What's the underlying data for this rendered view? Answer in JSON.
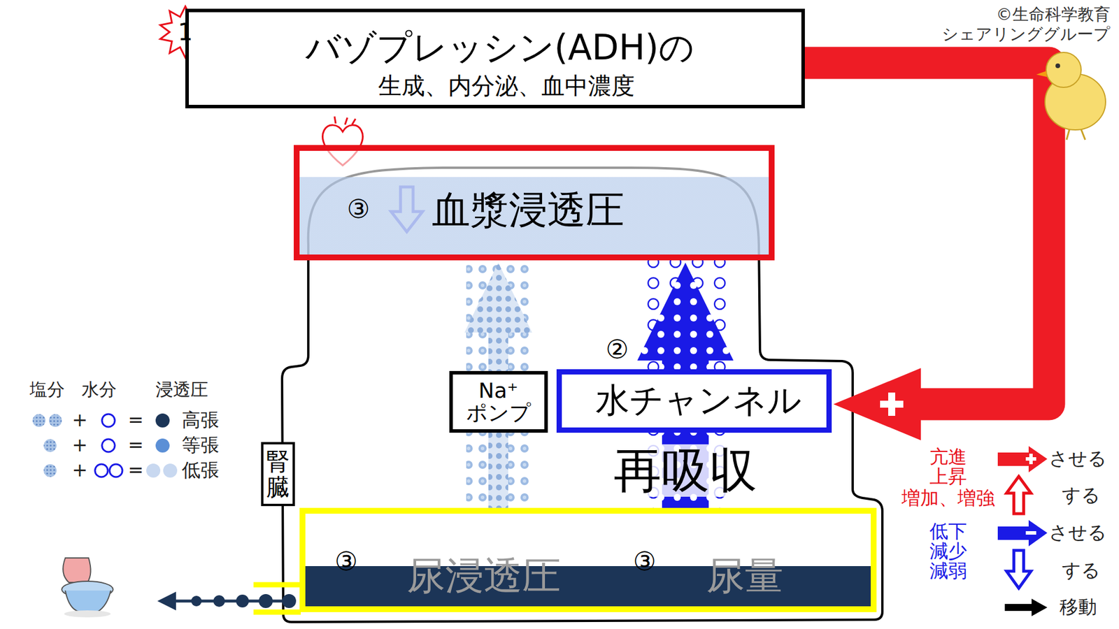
{
  "diagram": {
    "nodes": [
      {
        "text": [
          "バゾプレッシン(ADH)の",
          "生成、内分泌、血中濃度"
        ]
      },
      {
        "text": [
          "血漿浸透圧"
        ]
      },
      {
        "text": [
          "腎臓"
        ]
      },
      {
        "text": [
          "Na⁺ ポンプ"
        ]
      },
      {
        "text": [
          "水チャンネル"
        ]
      },
      {
        "text": [
          "尿浸透圧",
          "尿量"
        ]
      }
    ],
    "edges": [
      {
        "from": 0,
        "to": 4,
        "arrow": "to"
      },
      {
        "from": 5,
        "to": 3,
        "arrow": "none"
      },
      {
        "from": 3,
        "to": 1,
        "arrow": "to"
      },
      {
        "from": 5,
        "to": 4,
        "arrow": "none"
      },
      {
        "from": 4,
        "to": 1,
        "arrow": "to"
      }
    ],
    "labels": [
      "1",
      "©生命科学教育 シェアリンググループ",
      "③",
      "②",
      "再吸収",
      "③",
      "③",
      "塩分",
      "水分",
      "浸透圧",
      "+",
      "=",
      "+",
      "=",
      "+",
      "=",
      "亢進 上昇",
      "増加、増強",
      "低下 減少 減弱"
    ],
    "legend": [
      {
        "text": "高張",
        "color": "#1c3557"
      },
      {
        "text": "等張",
        "color": "#5b8fd6"
      },
      {
        "text": "低張",
        "color": "#c8d8f0"
      },
      {
        "text": "させる"
      },
      {
        "text": "する"
      },
      {
        "text": "させる"
      },
      {
        "text": "する"
      },
      {
        "text": "移動"
      }
    ]
  }
}
